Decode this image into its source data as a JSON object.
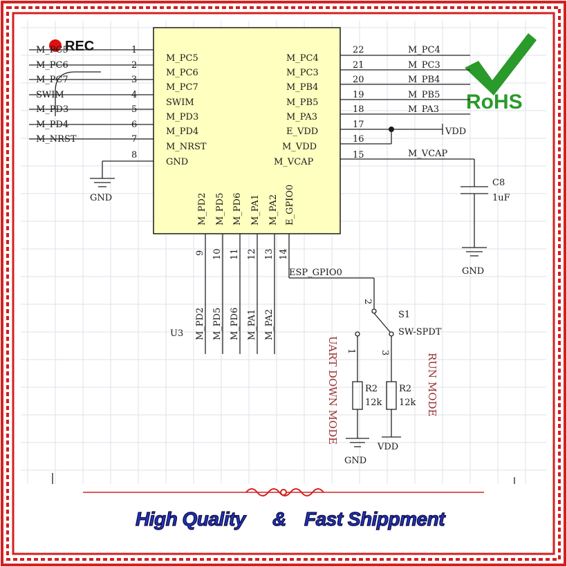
{
  "badge": {
    "rec": "REC",
    "rohs": "RoHS"
  },
  "chip": {
    "designator": "U3",
    "left_pins": [
      {
        "num": "1",
        "name": "M_PC5",
        "net": "M_PC5"
      },
      {
        "num": "2",
        "name": "M_PC6",
        "net": "M_PC6"
      },
      {
        "num": "3",
        "name": "M_PC7",
        "net": "M_PC7"
      },
      {
        "num": "4",
        "name": "SWIM",
        "net": "SWIM"
      },
      {
        "num": "5",
        "name": "M_PD3",
        "net": "M_PD3"
      },
      {
        "num": "6",
        "name": "M_PD4",
        "net": "M_PD4"
      },
      {
        "num": "7",
        "name": "M_NRST",
        "net": "M_NRST"
      },
      {
        "num": "8",
        "name": "GND",
        "net": ""
      }
    ],
    "right_pins": [
      {
        "num": "22",
        "name": "M_PC4",
        "net": "M_PC4"
      },
      {
        "num": "21",
        "name": "M_PC3",
        "net": "M_PC3"
      },
      {
        "num": "20",
        "name": "M_PB4",
        "net": "M_PB4"
      },
      {
        "num": "19",
        "name": "M_PB5",
        "net": "M_PB5"
      },
      {
        "num": "18",
        "name": "M_PA3",
        "net": "M_PA3"
      },
      {
        "num": "17",
        "name": "E_VDD",
        "net": ""
      },
      {
        "num": "16",
        "name": "M_VDD",
        "net": ""
      },
      {
        "num": "15",
        "name": "M_VCAP",
        "net": "M_VCAP"
      }
    ],
    "bottom_pins": [
      {
        "num": "9",
        "name": "M_PD2",
        "net": "M_PD2"
      },
      {
        "num": "10",
        "name": "M_PD5",
        "net": "M_PD5"
      },
      {
        "num": "11",
        "name": "M_PD6",
        "net": "M_PD6"
      },
      {
        "num": "12",
        "name": "M_PA1",
        "net": "M_PA1"
      },
      {
        "num": "13",
        "name": "M_PA2",
        "net": "M_PA2"
      },
      {
        "num": "14",
        "name": "E_GPIO0",
        "net": "ESP_GPIO0"
      }
    ]
  },
  "symbols": {
    "gnd": "GND",
    "vdd": "VDD",
    "cap_ref": "C8",
    "cap_value": "1uF",
    "switch_ref": "S1",
    "switch_type": "SW-SPDT",
    "switch_pin_common": "2",
    "switch_pin_a": "1",
    "switch_pin_b": "3",
    "res_left_ref": "R2",
    "res_left_value": "12k",
    "res_right_ref": "R2",
    "res_right_value": "12k"
  },
  "modes": {
    "uart": "UART DOWN MODE",
    "run": "RUN MODE"
  },
  "footer": {
    "banner_left": "High Quality",
    "banner_amp": "&",
    "banner_right": "Fast Shippment"
  },
  "colors": {
    "border": "#d42020",
    "chip_fill": "#ffffc0",
    "rohs_green": "#2a9a2a",
    "rec_dot": "#e01010",
    "mode_text": "#9a3030",
    "banner_blue": "#2233bb"
  }
}
